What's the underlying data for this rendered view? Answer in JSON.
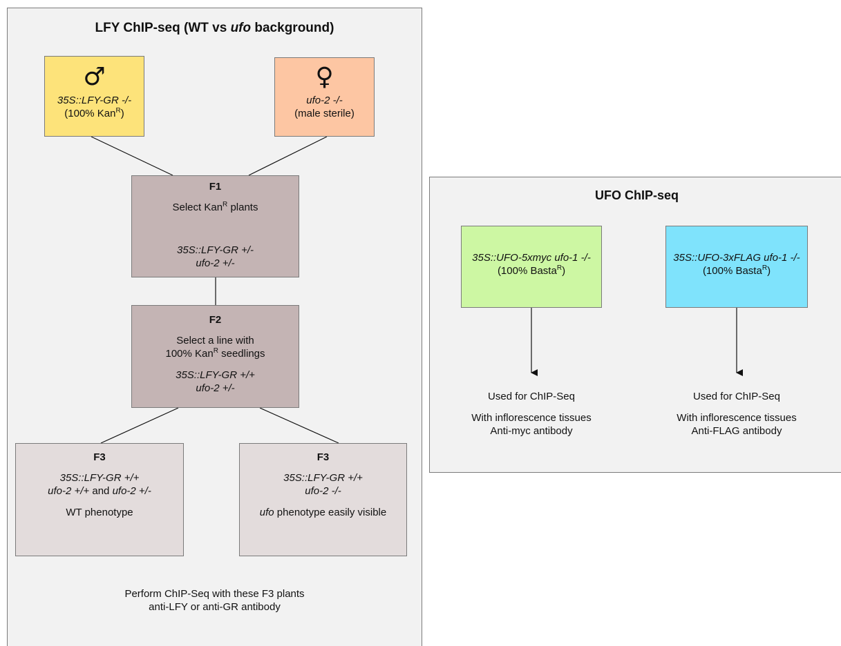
{
  "colors": {
    "male_box": "#fde37a",
    "female_box": "#fdc6a3",
    "f1_f2_box": "#c4b4b4",
    "f3_box": "#e3dcdc",
    "myc_box": "#cdf7a3",
    "flag_box": "#7fe3fc",
    "panel_bg": "#f2f2f2",
    "border": "#7a7a7a"
  },
  "left_panel": {
    "title_prefix": "LFY ChIP-seq (WT vs ",
    "title_italic": "ufo",
    "title_suffix": " background)",
    "male": {
      "symbol": "♂",
      "genotype": "35S::LFY-GR -/-",
      "note_prefix": "(100% Kan",
      "note_sup": "R",
      "note_suffix": ")"
    },
    "female": {
      "symbol": "♀",
      "genotype": "ufo-2 -/-",
      "note": "(male sterile)"
    },
    "f1": {
      "title": "F1",
      "select_prefix": "Select Kan",
      "select_sup": "R",
      "select_suffix": " plants",
      "genotype_line1": "35S::LFY-GR +/-",
      "genotype_line2": "ufo-2 +/-"
    },
    "f2": {
      "title": "F2",
      "select_line1": "Select a line with",
      "select_line2_prefix": "100% Kan",
      "select_line2_sup": "R",
      "select_line2_suffix": " seedlings",
      "genotype_line1": "35S::LFY-GR +/+",
      "genotype_line2": "ufo-2 +/-"
    },
    "f3_left": {
      "title": "F3",
      "genotype_line1": "35S::LFY-GR +/+",
      "genotype_line2_a": "ufo-2 +/+",
      "genotype_line2_and": " and ",
      "genotype_line2_b": "ufo-2 +/-",
      "phenotype": "WT phenotype"
    },
    "f3_right": {
      "title": "F3",
      "genotype_line1": "35S::LFY-GR +/+",
      "genotype_line2": "ufo-2 -/-",
      "phenotype_italic": "ufo",
      "phenotype_rest": " phenotype easily visible"
    },
    "footer_line1": "Perform ChIP-Seq with these F3 plants",
    "footer_line2": "anti-LFY or anti-GR antibody"
  },
  "right_panel": {
    "title": "UFO ChIP-seq",
    "myc": {
      "genotype": "35S::UFO-5xmyc ufo-1 -/-",
      "note_prefix": "(100% Basta",
      "note_sup": "R",
      "note_suffix": ")",
      "used_for": "Used for ChIP-Seq",
      "tissue": "With inflorescence tissues",
      "antibody": "Anti-myc antibody"
    },
    "flag": {
      "genotype": "35S::UFO-3xFLAG ufo-1 -/-",
      "note_prefix": "(100% Basta",
      "note_sup": "R",
      "note_suffix": ")",
      "used_for": "Used for ChIP-Seq",
      "tissue": "With inflorescence tissues",
      "antibody": "Anti-FLAG antibody"
    }
  }
}
